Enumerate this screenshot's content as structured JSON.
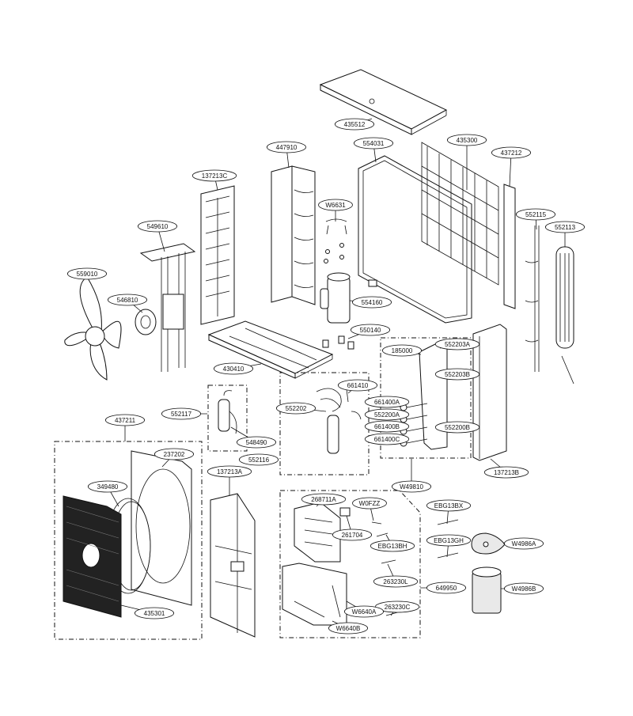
{
  "diagram": {
    "labels": {
      "top_cover": "435512",
      "side_panel_left": "447910",
      "cabinet": "554031",
      "grille_rear": "435300",
      "side_bracket": "437212",
      "rear_grille_left": "137213C",
      "valve_bracket": "W6631",
      "pipe_right_1": "552115",
      "pipe_right_2": "552113",
      "motor_bracket": "549610",
      "fan": "559010",
      "fan_motor": "546810",
      "compressor": "554160",
      "compressor_parts": "550140",
      "base_pan": "430410",
      "comp_sub_1": "185000",
      "comp_sub_2": "552203A",
      "comp_sub_3": "552203B",
      "comp_sub_4": "661400A",
      "comp_sub_5": "552200A",
      "comp_sub_6": "661400B",
      "comp_sub_7": "661400C",
      "comp_sub_8": "552200B",
      "reactor_group": "552117",
      "accumulator": "548490",
      "tube_assembly": "552202",
      "tube_part": "661410",
      "tube_group_2": "552116",
      "valve_assy": "W49810",
      "right_panel": "137213B",
      "front_panel_group": "437211",
      "front_panel": "237202",
      "grille": "349480",
      "front_grille": "435301",
      "side_panel_front": "137213A",
      "pcb": "268711A",
      "fuse": "W0FZZ",
      "relay": "261704",
      "sensor_1": "EBG13BX",
      "sensor_2": "EBG13BH",
      "sensor_3": "EBG13GH",
      "sensor_4": "263230L",
      "sensor_5": "263230C",
      "control_box": "649950",
      "control_1": "W6640A",
      "control_2": "W6640B",
      "pad": "W4986A",
      "sleeve": "W4986B"
    }
  }
}
